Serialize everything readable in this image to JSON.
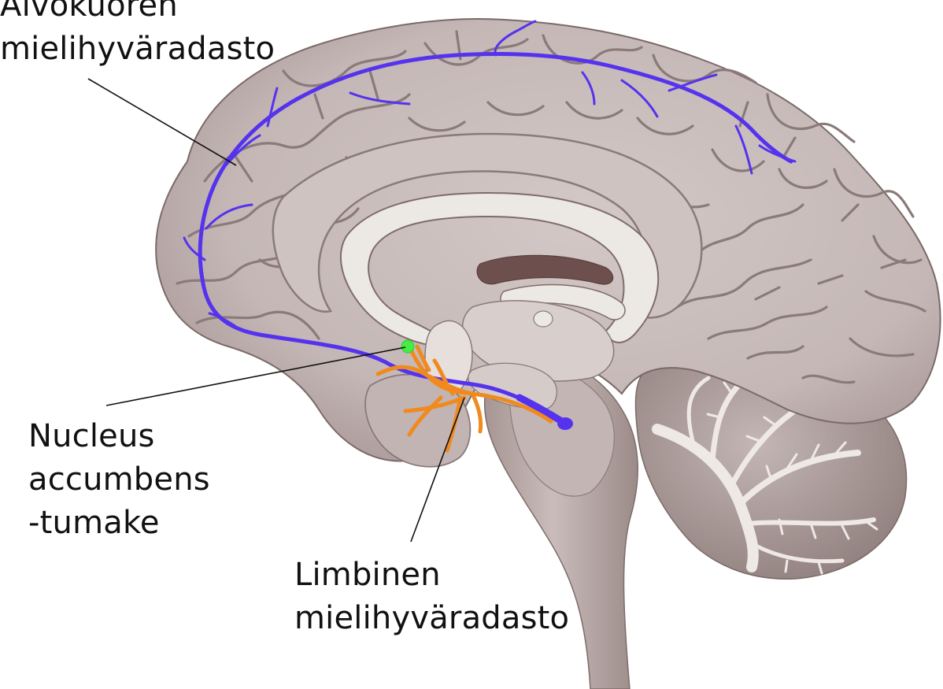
{
  "labels": {
    "cortical_pathway": [
      "Aivokuoren",
      "mielihyväradasto"
    ],
    "nucleus_accumbens": [
      "Nucleus",
      "accumbens",
      "-tumake"
    ],
    "limbic_pathway": [
      "Limbinen",
      "mielihyväradasto"
    ]
  },
  "colors": {
    "cortical_pathway": "#5533ee",
    "limbic_pathway": "#f08a1e",
    "nucleus_accumbens": "#44ee44",
    "brain_cortex": "#c9bdbc",
    "brain_sulcus": "#8a7a79",
    "white_matter": "#ece8e3",
    "cerebellum": "#b7a9a7",
    "leader_line": "#111111",
    "text": "#111111"
  }
}
